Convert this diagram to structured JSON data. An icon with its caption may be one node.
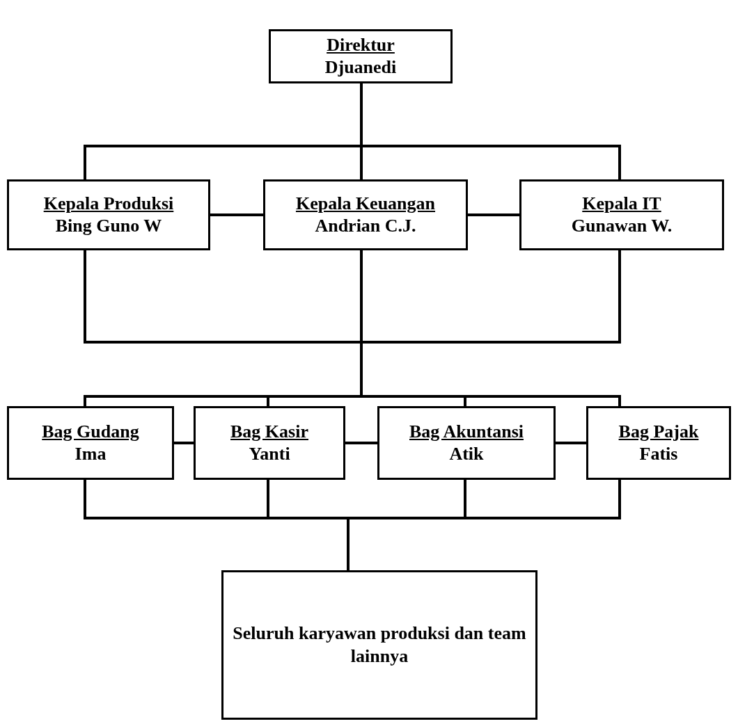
{
  "diagram": {
    "nodes": [
      {
        "text": [
          "Direktur",
          "Djuanedi"
        ]
      },
      {
        "text": [
          "Kepala Produksi",
          "Bing Guno W"
        ]
      },
      {
        "text": [
          "Kepala Keuangan",
          "Andrian C.J."
        ]
      },
      {
        "text": [
          "Kepala IT",
          "Gunawan W."
        ]
      },
      {
        "text": [
          "Bag Gudang",
          "Ima"
        ]
      },
      {
        "text": [
          "Bag Kasir",
          "Yanti"
        ]
      },
      {
        "text": [
          "Bag Akuntansi",
          "Atik"
        ]
      },
      {
        "text": [
          "Bag Pajak",
          "Fatis"
        ]
      },
      {
        "text": [
          "Seluruh karyawan produksi dan team lainnya"
        ]
      }
    ],
    "edges": [
      {
        "from": 0,
        "to": 1,
        "arrow": "none"
      },
      {
        "from": 0,
        "to": 2,
        "arrow": "none"
      },
      {
        "from": 0,
        "to": 3,
        "arrow": "none"
      },
      {
        "from": 1,
        "to": 2,
        "arrow": "none"
      },
      {
        "from": 2,
        "to": 3,
        "arrow": "none"
      },
      {
        "from": 1,
        "to": 4,
        "arrow": "none"
      },
      {
        "from": 1,
        "to": 5,
        "arrow": "none"
      },
      {
        "from": 1,
        "to": 6,
        "arrow": "none"
      },
      {
        "from": 1,
        "to": 7,
        "arrow": "none"
      },
      {
        "from": 2,
        "to": 4,
        "arrow": "none"
      },
      {
        "from": 2,
        "to": 5,
        "arrow": "none"
      },
      {
        "from": 2,
        "to": 6,
        "arrow": "none"
      },
      {
        "from": 2,
        "to": 7,
        "arrow": "none"
      },
      {
        "from": 3,
        "to": 4,
        "arrow": "none"
      },
      {
        "from": 3,
        "to": 5,
        "arrow": "none"
      },
      {
        "from": 3,
        "to": 6,
        "arrow": "none"
      },
      {
        "from": 3,
        "to": 7,
        "arrow": "none"
      },
      {
        "from": 4,
        "to": 5,
        "arrow": "none"
      },
      {
        "from": 5,
        "to": 6,
        "arrow": "none"
      },
      {
        "from": 6,
        "to": 7,
        "arrow": "none"
      },
      {
        "from": 4,
        "to": 8,
        "arrow": "none"
      },
      {
        "from": 5,
        "to": 8,
        "arrow": "none"
      },
      {
        "from": 6,
        "to": 8,
        "arrow": "none"
      },
      {
        "from": 7,
        "to": 8,
        "arrow": "none"
      }
    ]
  }
}
